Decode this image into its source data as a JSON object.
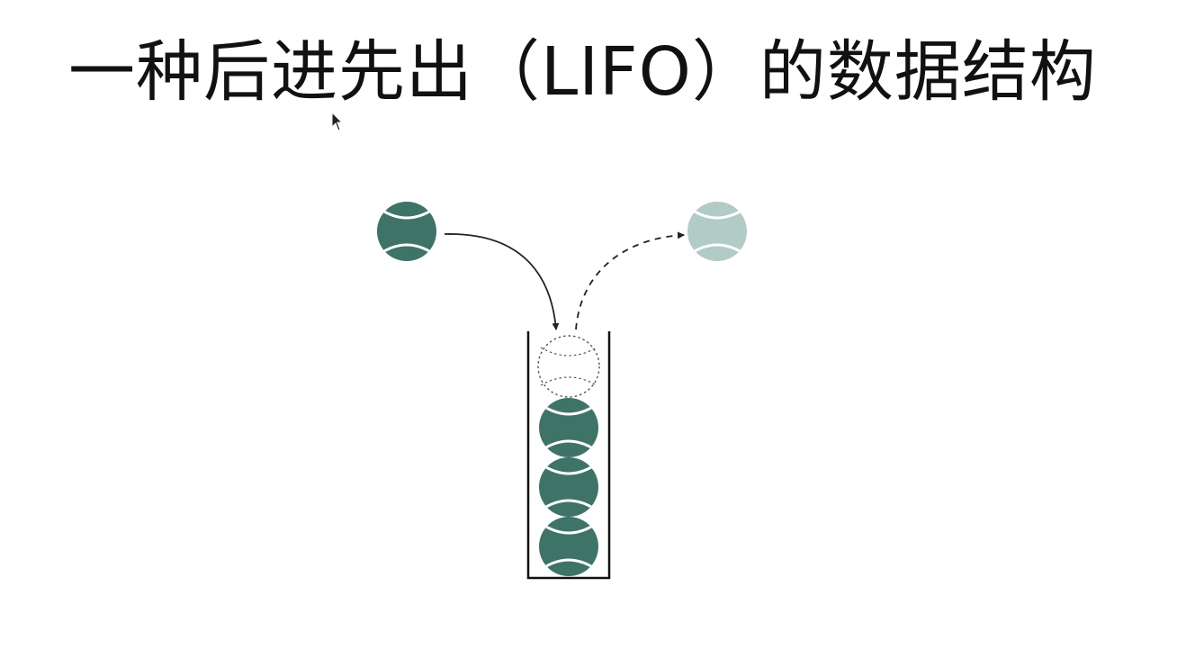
{
  "slide": {
    "title": "一种后进先出（LIFO）的数据结构"
  },
  "diagram": {
    "ball_color": "#3e7467",
    "ghost_ball_color": "#b3cbc6",
    "seam_color": "#ffffff",
    "stack_wall_color": "#111111",
    "arrow_color": "#222222",
    "stacked_ball_count": 3,
    "push_arrow_style": "solid",
    "pop_arrow_style": "dashed",
    "slot_ball_style": "dotted-outline",
    "icons": {
      "incoming_ball": "tennis-ball-icon",
      "outgoing_ball": "tennis-ball-icon",
      "cursor": "mouse-pointer-icon"
    }
  }
}
